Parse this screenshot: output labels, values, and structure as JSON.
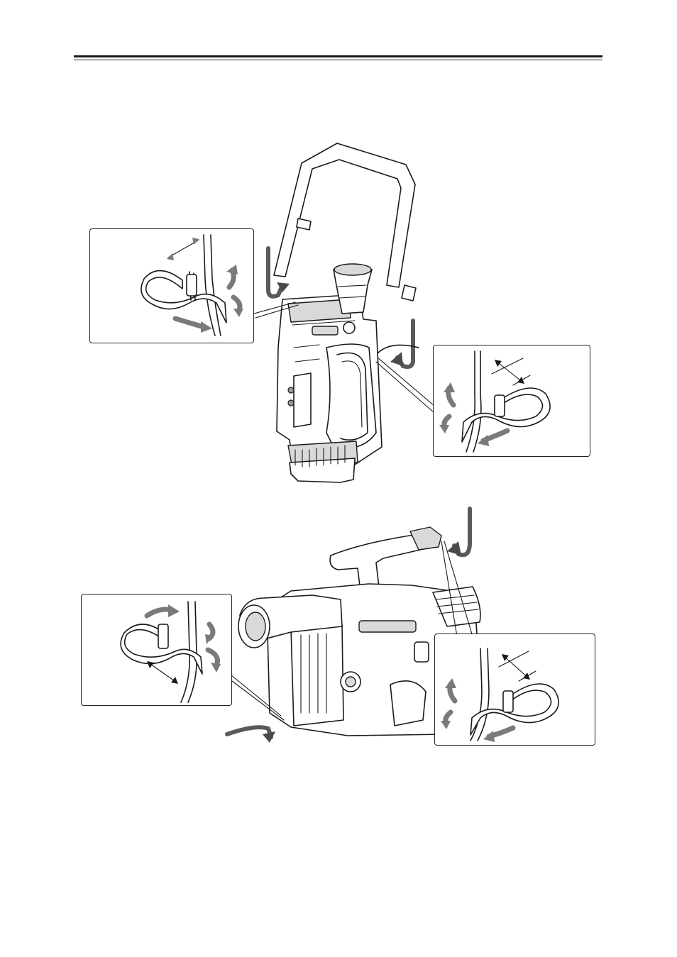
{
  "page": {
    "header_rule": "double"
  },
  "figures": [
    {
      "name": "camcorder-vertical-with-shoulder-strap",
      "insets": 2
    },
    {
      "name": "camcorder-side-with-handle",
      "insets": 2
    }
  ],
  "icons": [
    "strap-loop-icon",
    "arrow-icon"
  ],
  "colors": {
    "line": "#1a1a1a",
    "arrow": "#7a7a7a",
    "background": "#ffffff"
  }
}
